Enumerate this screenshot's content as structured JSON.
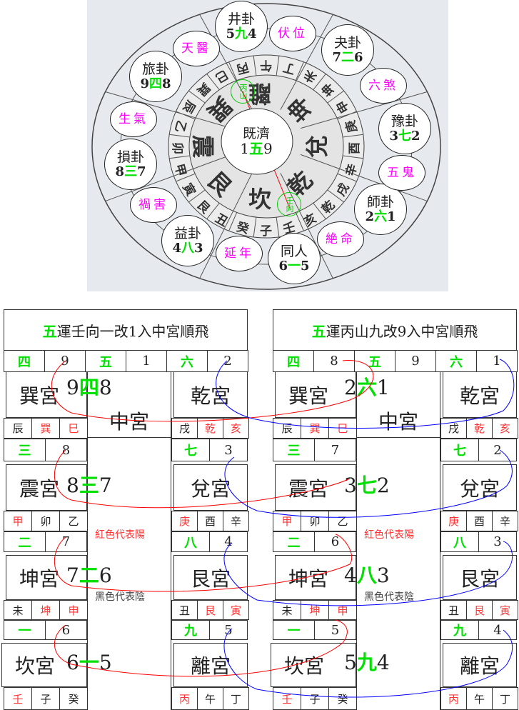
{
  "wheel": {
    "center": {
      "name": "既濟",
      "left": "1",
      "mid": "五",
      "right": "9"
    },
    "hexagrams": [
      {
        "name": "井卦",
        "left": "5",
        "mid": "九",
        "right": "4"
      },
      {
        "name": "夬卦",
        "left": "7",
        "mid": "二",
        "right": "6"
      },
      {
        "name": "豫卦",
        "left": "3",
        "mid": "七",
        "right": "2"
      },
      {
        "name": "師卦",
        "left": "2",
        "mid": "六",
        "right": "1"
      },
      {
        "name": "同人",
        "left": "6",
        "mid": "一",
        "right": "5"
      },
      {
        "name": "益卦",
        "left": "4",
        "mid": "八",
        "right": "3"
      },
      {
        "name": "損卦",
        "left": "8",
        "mid": "三",
        "right": "7"
      },
      {
        "name": "旅卦",
        "left": "9",
        "mid": "四",
        "right": "8"
      }
    ],
    "stars": [
      "伏位",
      "六煞",
      "五鬼",
      "絶命",
      "延年",
      "禍害",
      "生氣",
      "天醫"
    ],
    "mountains": [
      "午",
      "丁",
      "未",
      "坤",
      "申",
      "庚",
      "酉",
      "辛",
      "戌",
      "乾",
      "亥",
      "壬",
      "子",
      "癸",
      "丑",
      "艮",
      "寅",
      "甲",
      "卯",
      "乙",
      "辰",
      "巽",
      "巳",
      "丙"
    ],
    "trigrams": [
      "離",
      "坤",
      "兌",
      "乾",
      "坎",
      "艮",
      "震",
      "巽"
    ],
    "mountain_mark": "丙山",
    "facing_mark": "壬向",
    "colors": {
      "green": "#00e000",
      "magenta": "#ff00ff",
      "line": "#ff0000"
    }
  },
  "panels": [
    {
      "title_star": "五",
      "title": "運壬向一改1入中宮順飛",
      "top_row": [
        "四",
        "9",
        "五",
        "1",
        "六",
        "2"
      ],
      "center_label": "中宮",
      "note_red": "紅色代表陽",
      "note_black": "黑色代表陰",
      "groups": [
        {
          "l_star": "四",
          "l_num": "9",
          "l_palace": "巽宮",
          "l_a": "9",
          "l_g": "四",
          "l_b": "8",
          "r_star": "六",
          "r_num": "2",
          "r_palace": "乾宮",
          "l_br": [
            "辰",
            "巽",
            "巳"
          ],
          "r_br": [
            "戌",
            "乾",
            "亥"
          ]
        },
        {
          "l_star": "三",
          "l_num": "8",
          "l_palace": "震宮",
          "l_a": "8",
          "l_g": "三",
          "l_b": "7",
          "r_star": "七",
          "r_num": "3",
          "r_palace": "兌宮",
          "l_br": [
            "甲",
            "卯",
            "乙"
          ],
          "r_br": [
            "庚",
            "酉",
            "辛"
          ]
        },
        {
          "l_star": "二",
          "l_num": "7",
          "l_palace": "坤宮",
          "l_a": "7",
          "l_g": "二",
          "l_b": "6",
          "r_star": "八",
          "r_num": "4",
          "r_palace": "艮宮",
          "l_br": [
            "未",
            "坤",
            "申"
          ],
          "r_br": [
            "丑",
            "艮",
            "寅"
          ]
        },
        {
          "l_star": "一",
          "l_num": "6",
          "l_palace": "坎宮",
          "l_a": "6",
          "l_g": "一",
          "l_b": "5",
          "r_star": "九",
          "r_num": "5",
          "r_palace": "離宮",
          "l_br": [
            "壬",
            "子",
            "癸"
          ],
          "r_br": [
            "丙",
            "午",
            "丁"
          ]
        }
      ]
    },
    {
      "title_star": "五",
      "title": "運丙山九改9入中宮順飛",
      "top_row": [
        "四",
        "8",
        "五",
        "9",
        "六",
        "1"
      ],
      "center_label": "中宮",
      "note_red": "紅色代表陽",
      "note_black": "黑色代表陰",
      "groups": [
        {
          "l_star": "四",
          "l_num": "8",
          "l_palace": "巽宮",
          "l_a": "2",
          "l_g": "六",
          "l_b": "1",
          "r_star": "六",
          "r_num": "1",
          "r_palace": "乾宮",
          "l_br": [
            "辰",
            "巽",
            "巳"
          ],
          "r_br": [
            "戌",
            "乾",
            "亥"
          ]
        },
        {
          "l_star": "三",
          "l_num": "7",
          "l_palace": "震宮",
          "l_a": "3",
          "l_g": "七",
          "l_b": "2",
          "r_star": "七",
          "r_num": "2",
          "r_palace": "兌宮",
          "l_br": [
            "甲",
            "卯",
            "乙"
          ],
          "r_br": [
            "庚",
            "酉",
            "辛"
          ]
        },
        {
          "l_star": "二",
          "l_num": "6",
          "l_palace": "坤宮",
          "l_a": "4",
          "l_g": "八",
          "l_b": "3",
          "r_star": "八",
          "r_num": "3",
          "r_palace": "艮宮",
          "l_br": [
            "未",
            "坤",
            "申"
          ],
          "r_br": [
            "丑",
            "艮",
            "寅"
          ]
        },
        {
          "l_star": "一",
          "l_num": "5",
          "l_palace": "坎宮",
          "l_a": "5",
          "l_g": "九",
          "l_b": "4",
          "r_star": "九",
          "r_num": "4",
          "r_palace": "離宮",
          "l_br": [
            "壬",
            "子",
            "癸"
          ],
          "r_br": [
            "丙",
            "午",
            "丁"
          ]
        }
      ]
    }
  ]
}
